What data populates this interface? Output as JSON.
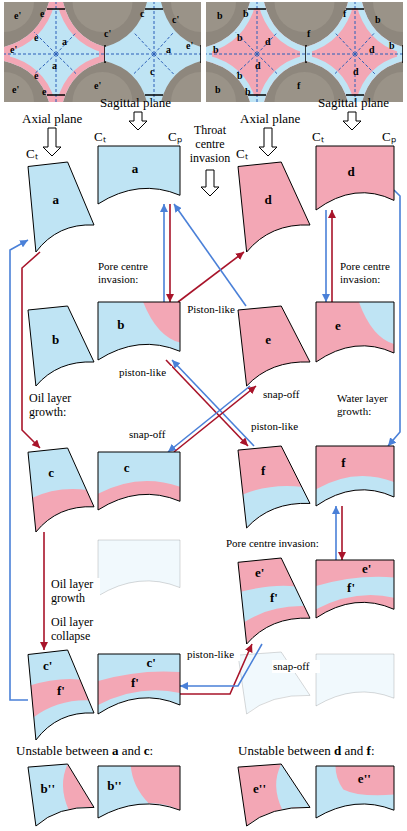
{
  "diagram": {
    "nodes": [
      {
        "text": [
          "a"
        ]
      },
      {
        "text": [
          "a"
        ]
      },
      {
        "text": [
          "d"
        ]
      },
      {
        "text": [
          "d"
        ]
      },
      {
        "text": [
          "b"
        ]
      },
      {
        "text": [
          "b"
        ]
      },
      {
        "text": [
          "e"
        ]
      },
      {
        "text": [
          "e"
        ]
      },
      {
        "text": [
          "c"
        ]
      },
      {
        "text": [
          "c"
        ]
      },
      {
        "text": [
          "f"
        ]
      },
      {
        "text": [
          "f"
        ]
      },
      {
        "text": [
          "e'",
          "f'"
        ]
      },
      {
        "text": [
          "e'",
          "f'"
        ]
      },
      {
        "text": [
          "c'",
          "f'"
        ]
      },
      {
        "text": [
          "c'",
          "f'"
        ]
      },
      {
        "text": [
          "b''"
        ]
      },
      {
        "text": [
          "b''"
        ]
      },
      {
        "text": [
          "e''"
        ]
      },
      {
        "text": [
          "e''"
        ]
      }
    ],
    "edges": [
      {
        "from": 1,
        "to": 5,
        "arrow": "to"
      },
      {
        "from": 5,
        "to": 1,
        "arrow": "to"
      },
      {
        "from": 5,
        "to": 2,
        "arrow": "to"
      },
      {
        "from": 6,
        "to": 1,
        "arrow": "to"
      },
      {
        "from": 3,
        "to": 7,
        "arrow": "to"
      },
      {
        "from": 7,
        "to": 3,
        "arrow": "to"
      },
      {
        "from": 5,
        "to": 10,
        "arrow": "to",
        "label": "piston-like"
      },
      {
        "from": 10,
        "to": 5,
        "arrow": "to",
        "label": "piston-like"
      },
      {
        "from": 6,
        "to": 9,
        "arrow": "to",
        "label": "snap-off"
      },
      {
        "from": 9,
        "to": 6,
        "arrow": "to",
        "label": "snap-off"
      },
      {
        "from": 0,
        "to": 8,
        "arrow": "to",
        "label": "Oil layer growth:"
      },
      {
        "from": 3,
        "to": 11,
        "arrow": "to",
        "label": "Water layer growth:"
      },
      {
        "from": 11,
        "to": 13,
        "arrow": "to"
      },
      {
        "from": 13,
        "to": 11,
        "arrow": "to"
      },
      {
        "from": 15,
        "to": 12,
        "arrow": "to",
        "label": "piston-like"
      },
      {
        "from": 12,
        "to": 15,
        "arrow": "to",
        "label": "snap-off"
      },
      {
        "from": 8,
        "to": 14,
        "arrow": "to",
        "label": "Oil layer growth"
      },
      {
        "from": 14,
        "to": 0,
        "arrow": "to",
        "label": "Oil layer collapse"
      }
    ],
    "labels": [
      "e'",
      "e",
      "c'",
      "c",
      "c'",
      "e'",
      "e'",
      "e",
      "a",
      "a",
      "e",
      "e'",
      "e",
      "e'",
      "c",
      "a",
      "b",
      "b",
      "f",
      "f",
      "b",
      "b",
      "b",
      "b",
      "d",
      "d",
      "b",
      "b",
      "b",
      "f",
      "d",
      "d",
      "Axial plane",
      "Sagittal plane",
      "Throat centre invasion",
      "Axial plane",
      "Sagittal plane",
      "Cₜ",
      "Cₜ",
      "Cₚ",
      "Cₜ",
      "Cₜ",
      "Cₚ",
      "Pore centre invasion:",
      "Piston-like",
      "Pore centre invasion:",
      "Pore centre invasion:",
      "Unstable between a and c:",
      "Unstable between d and f:"
    ]
  }
}
